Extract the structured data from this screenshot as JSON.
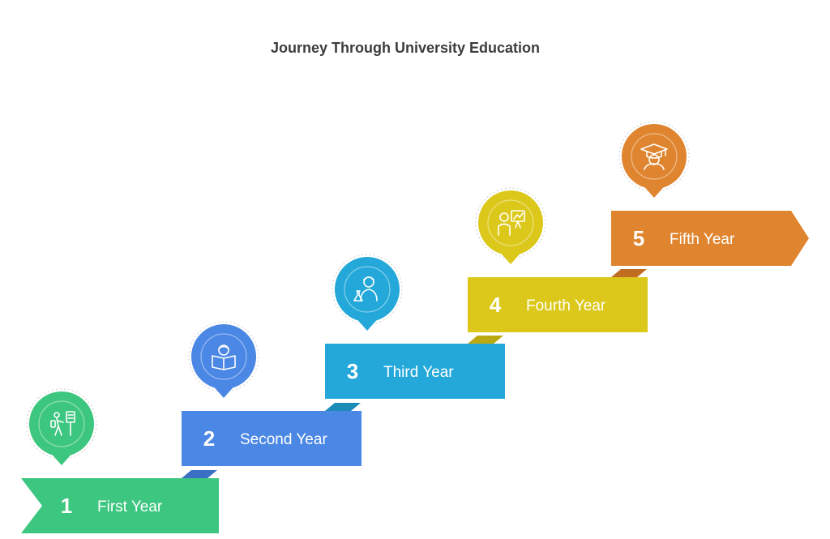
{
  "title": "Journey Through University Education",
  "steps": [
    {
      "number": "1",
      "label": "First Year",
      "color": "#3dc67f",
      "shade": "#2ea868",
      "icon": "student-walking-to-board-icon"
    },
    {
      "number": "2",
      "label": "Second Year",
      "color": "#4b87e4",
      "shade": "#3a6fc4",
      "icon": "student-reading-book-icon"
    },
    {
      "number": "3",
      "label": "Third Year",
      "color": "#23a8d9",
      "shade": "#1b8cb8",
      "icon": "student-with-flask-icon"
    },
    {
      "number": "4",
      "label": "Fourth Year",
      "color": "#dcc81a",
      "shade": "#bba914",
      "icon": "presenter-at-chart-icon"
    },
    {
      "number": "5",
      "label": "Fifth Year",
      "color": "#e0852f",
      "shade": "#c06d22",
      "icon": "graduate-with-cap-icon"
    }
  ]
}
